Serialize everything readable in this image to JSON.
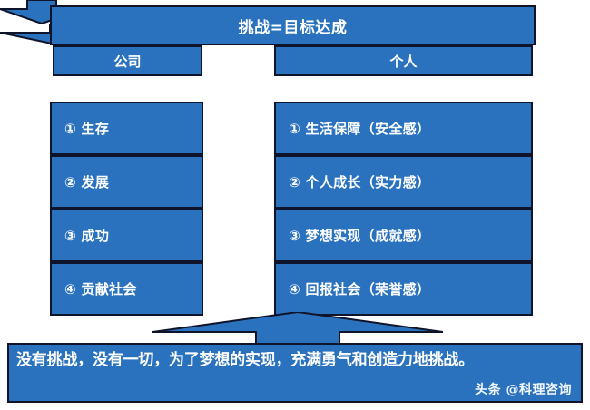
{
  "title": "挑战=目标达成",
  "branches": [
    {
      "key": "company",
      "label": "公司"
    },
    {
      "key": "personal",
      "label": "个人"
    }
  ],
  "company_items": [
    "① 生存",
    "② 发展",
    "③ 成功",
    "④ 贡献社会"
  ],
  "personal_items": [
    "① 生活保障（安全感）",
    "② 个人成长（实力感）",
    "③ 梦想实现（成就感）",
    "④ 回报社会（荣誉感）"
  ],
  "banner": {
    "text": "没有挑战，没有一切，为了梦想的实现，充满勇气和创造力地挑战。",
    "watermark": "头条 @科理咨询"
  },
  "icons": {
    "arrow_down_company": "arrow-down-icon",
    "arrow_down_personal": "arrow-down-icon",
    "arrow_up_bottom": "arrow-up-icon"
  },
  "colors": {
    "fill": "#2B72BE",
    "stroke": "#10142B",
    "text": "#FFFFFF",
    "background": "#FFFFFF"
  }
}
